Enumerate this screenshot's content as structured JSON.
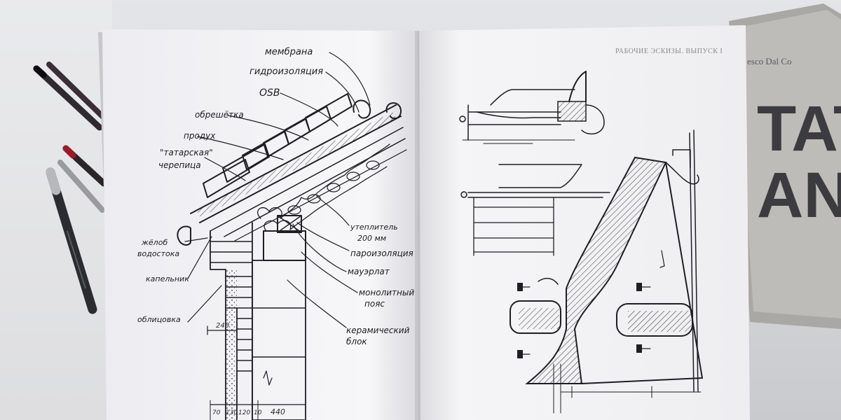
{
  "scene": {
    "description_free": true,
    "left_page": {
      "annotations": [
        {
          "key": "membrane",
          "text": "мембрана"
        },
        {
          "key": "waterproofing",
          "text": "гидроизоляция"
        },
        {
          "key": "osb",
          "text": "OSB"
        },
        {
          "key": "batten",
          "text": "обрешётка"
        },
        {
          "key": "ventilation",
          "text": "продух"
        },
        {
          "key": "tatar_tile_1",
          "text": "\"татарская\""
        },
        {
          "key": "tatar_tile_2",
          "text": "черепица"
        },
        {
          "key": "gutter_1",
          "text": "жёлоб"
        },
        {
          "key": "gutter_2",
          "text": "водостока"
        },
        {
          "key": "drip",
          "text": "капельник"
        },
        {
          "key": "cladding",
          "text": "облицовка"
        },
        {
          "key": "insulation_1",
          "text": "утеплитель"
        },
        {
          "key": "insulation_2",
          "text": "200 мм"
        },
        {
          "key": "vapor_barrier",
          "text": "пароизоляция"
        },
        {
          "key": "mauerlat",
          "text": "мауэрлат"
        },
        {
          "key": "monolithic_1",
          "text": "монолитный"
        },
        {
          "key": "monolithic_2",
          "text": "пояс"
        },
        {
          "key": "ceramic_1",
          "text": "керамический"
        },
        {
          "key": "ceramic_2",
          "text": "блок"
        }
      ],
      "dimensions": {
        "side": "240",
        "bottom": [
          "70",
          "130",
          "120",
          "10",
          "440"
        ]
      }
    },
    "right_page": {
      "header": "РАБОЧИЕ ЭСКИЗЫ. ВЫПУСК I"
    },
    "background_book": {
      "author_fragment": "esco Dal Co",
      "title_line_1": "TAT",
      "title_line_2": "AN"
    },
    "colors": {
      "paper": "#f6f6f8",
      "paper_shade": "#e8e8ec",
      "ink": "#1f1f23",
      "desk": "#d9dadd",
      "cover": "#b9b8b4"
    }
  }
}
